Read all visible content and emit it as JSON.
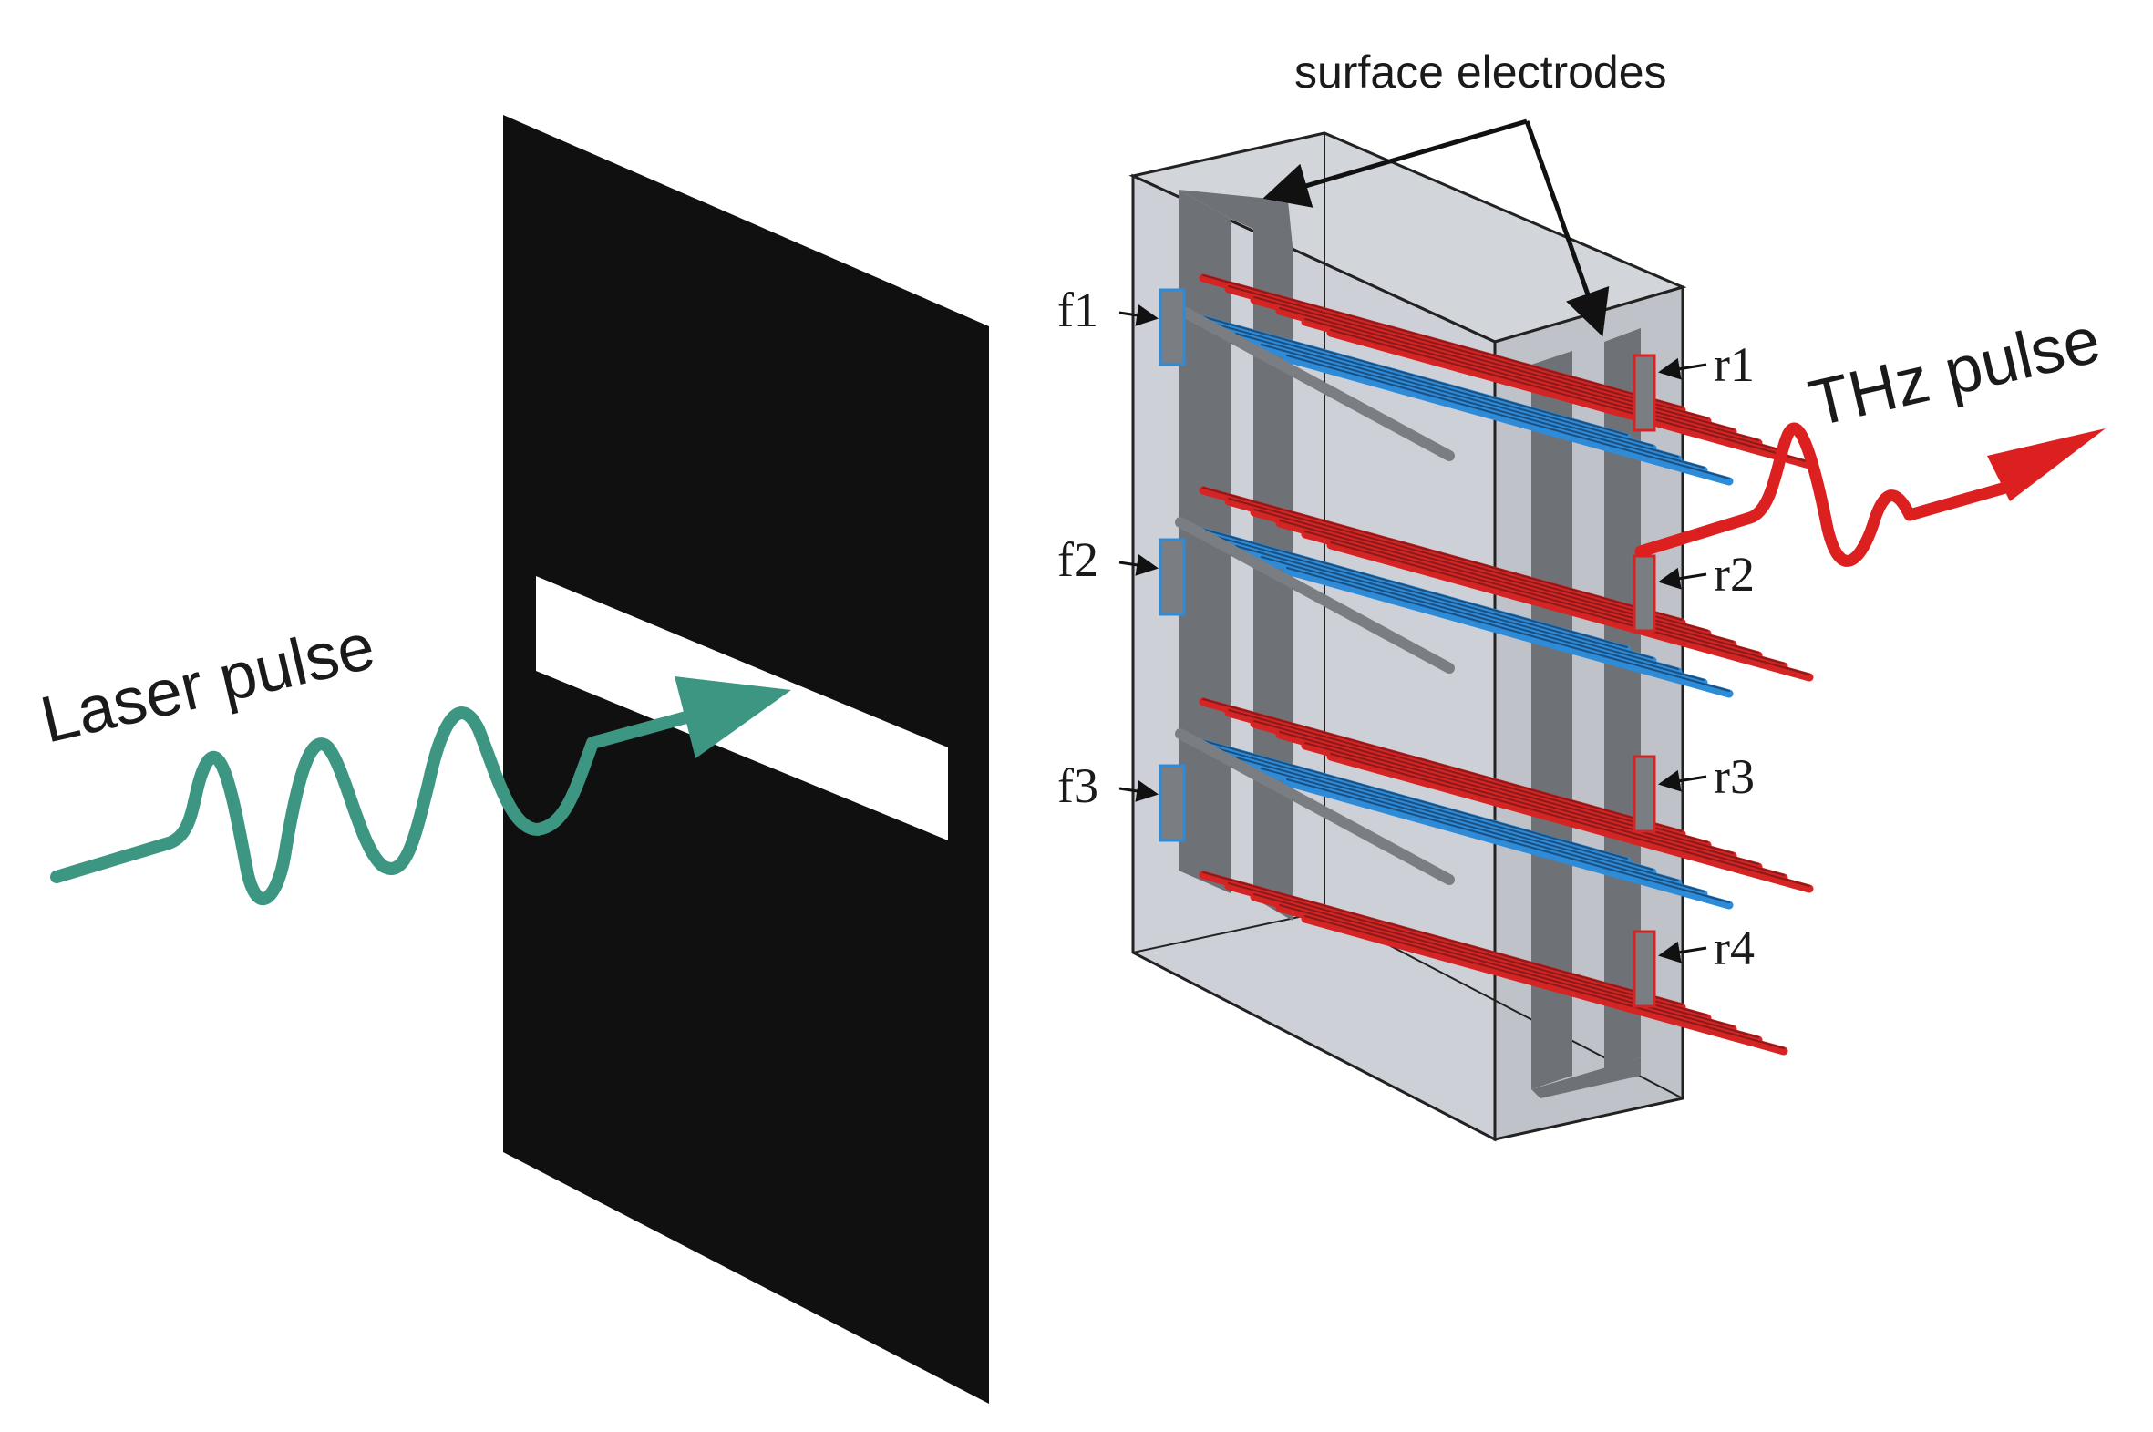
{
  "labels": {
    "laser_pulse": "Laser pulse",
    "thz_pulse": "THz pulse",
    "surface_electrodes": "surface electrodes"
  },
  "electrodes_front": [
    "f1",
    "f2",
    "f3"
  ],
  "electrodes_rear": [
    "r1",
    "r2",
    "r3",
    "r4"
  ],
  "colors": {
    "laser": "#3c9682",
    "thz": "#dc2020",
    "mask": "#101010",
    "substrate": "#c6c9cf",
    "electrode_strip": "#6e7276",
    "front_finger": "#2e8bd8",
    "rear_finger": "#d42424",
    "text": "#1a1a1a"
  }
}
